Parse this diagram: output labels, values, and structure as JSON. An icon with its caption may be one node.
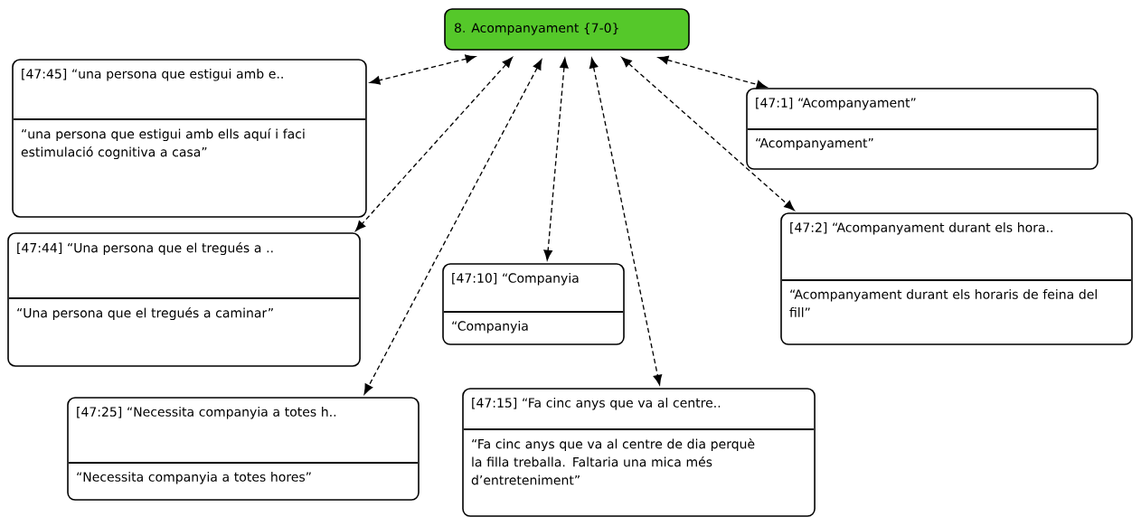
{
  "diagram": {
    "nodes": [
      {
        "text": [
          "8. Acompanyament {7-0}"
        ]
      },
      {
        "text": [
          "[47:45] “una persona que estigui amb e..",
          "“una persona que estigui amb ells aquí i faci estimulació cognitiva a casa”"
        ]
      },
      {
        "text": [
          "[47:1] “Acompanyament”",
          "“Acompanyament”"
        ]
      },
      {
        "text": [
          "[47:44] “Una persona que el tregués a ..",
          "“Una persona que el tregués a caminar”"
        ]
      },
      {
        "text": [
          "[47:2] “Acompanyament durant els hora..",
          "“Acompanyament durant els horaris de feina del fill”"
        ]
      },
      {
        "text": [
          "[47:10] “Companyia",
          "“Companyia"
        ]
      },
      {
        "text": [
          "[47:25] “Necessita companyia a totes h..",
          "“Necessita companyia a totes hores”"
        ]
      },
      {
        "text": [
          "[47:15] “Fa cinc anys que va al centre..",
          "“Fa cinc anys que va al centre de dia perquè la filla treballa. Faltaria una mica més d’entreteniment”"
        ]
      }
    ],
    "edges": [
      {
        "from": 0,
        "to": 1,
        "arrow": "both",
        "style": "dashed"
      },
      {
        "from": 0,
        "to": 2,
        "arrow": "both",
        "style": "dashed"
      },
      {
        "from": 0,
        "to": 3,
        "arrow": "both",
        "style": "dashed"
      },
      {
        "from": 0,
        "to": 4,
        "arrow": "both",
        "style": "dashed"
      },
      {
        "from": 0,
        "to": 5,
        "arrow": "both",
        "style": "dashed"
      },
      {
        "from": 0,
        "to": 6,
        "arrow": "both",
        "style": "dashed"
      },
      {
        "from": 0,
        "to": 7,
        "arrow": "both",
        "style": "dashed"
      }
    ]
  }
}
